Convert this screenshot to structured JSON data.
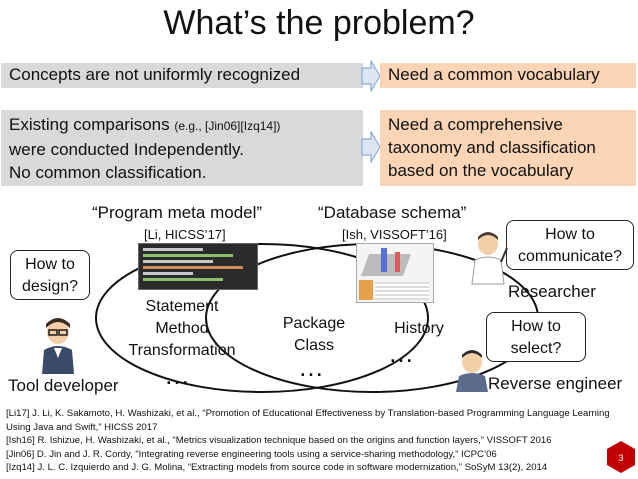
{
  "title": "What’s the problem?",
  "rows": [
    {
      "problem_lines": [
        "Concepts are not uniformly recognized"
      ],
      "solution_lines": [
        "Need a common vocabulary"
      ]
    },
    {
      "problem_lines": [
        "Existing comparisons",
        "were conducted Independently.",
        "No common classification."
      ],
      "problem_cite": "(e.g., [Jin06][Izq14])",
      "solution_lines": [
        "Need a comprehensive",
        "taxonomy and classification",
        "based on the vocabulary"
      ]
    }
  ],
  "diagram": {
    "left_quote": "“Program meta model”",
    "left_cite": "[Li, HICSS’17]",
    "right_quote": "“Database schema”",
    "right_cite": "[Ish, VISSOFT’16]",
    "left_circle_lines": [
      "Statement",
      "Method",
      "Transformation"
    ],
    "center_lines": [
      "Package",
      "Class"
    ],
    "right_circle_lines": [
      "History"
    ],
    "ellipsis": "…"
  },
  "callouts": {
    "design": [
      "How to",
      "design?"
    ],
    "communicate": [
      "How to",
      "communicate?"
    ],
    "select": [
      "How to",
      "select?"
    ]
  },
  "people": {
    "tool_developer": "Tool developer",
    "researcher": "Researcher",
    "reverse_engineer": "Reverse engineer"
  },
  "references": [
    "[Li17] J. Li, K. Sakamoto, H. Washizaki, et al., “Promotion of Educational Effectiveness by Translation-based Programming Language Learning Using Java and Swift,” HICSS 2017",
    "[Ish16] R. Ishizue, H. Washizaki, et al., “Metrics visualization technique based on the origins and function layers,” VISSOFT 2016",
    "[Jin06] D. Jin and J. R. Cordy, “Integrating reverse engineering tools using a service-sharing methodology,” ICPC’06",
    "[Izq14] J. L. C. Izquierdo and J. G. Molina, “Extracting models from source code in software modernization,” SoSyM 13(2), 2014"
  ],
  "page_number": "3",
  "colors": {
    "gray_box": "#d9d9d9",
    "orange_box": "#fbd5b5",
    "arrow_fill": "#dce6f2",
    "arrow_stroke": "#8eaadb",
    "badge": "#c00000"
  }
}
